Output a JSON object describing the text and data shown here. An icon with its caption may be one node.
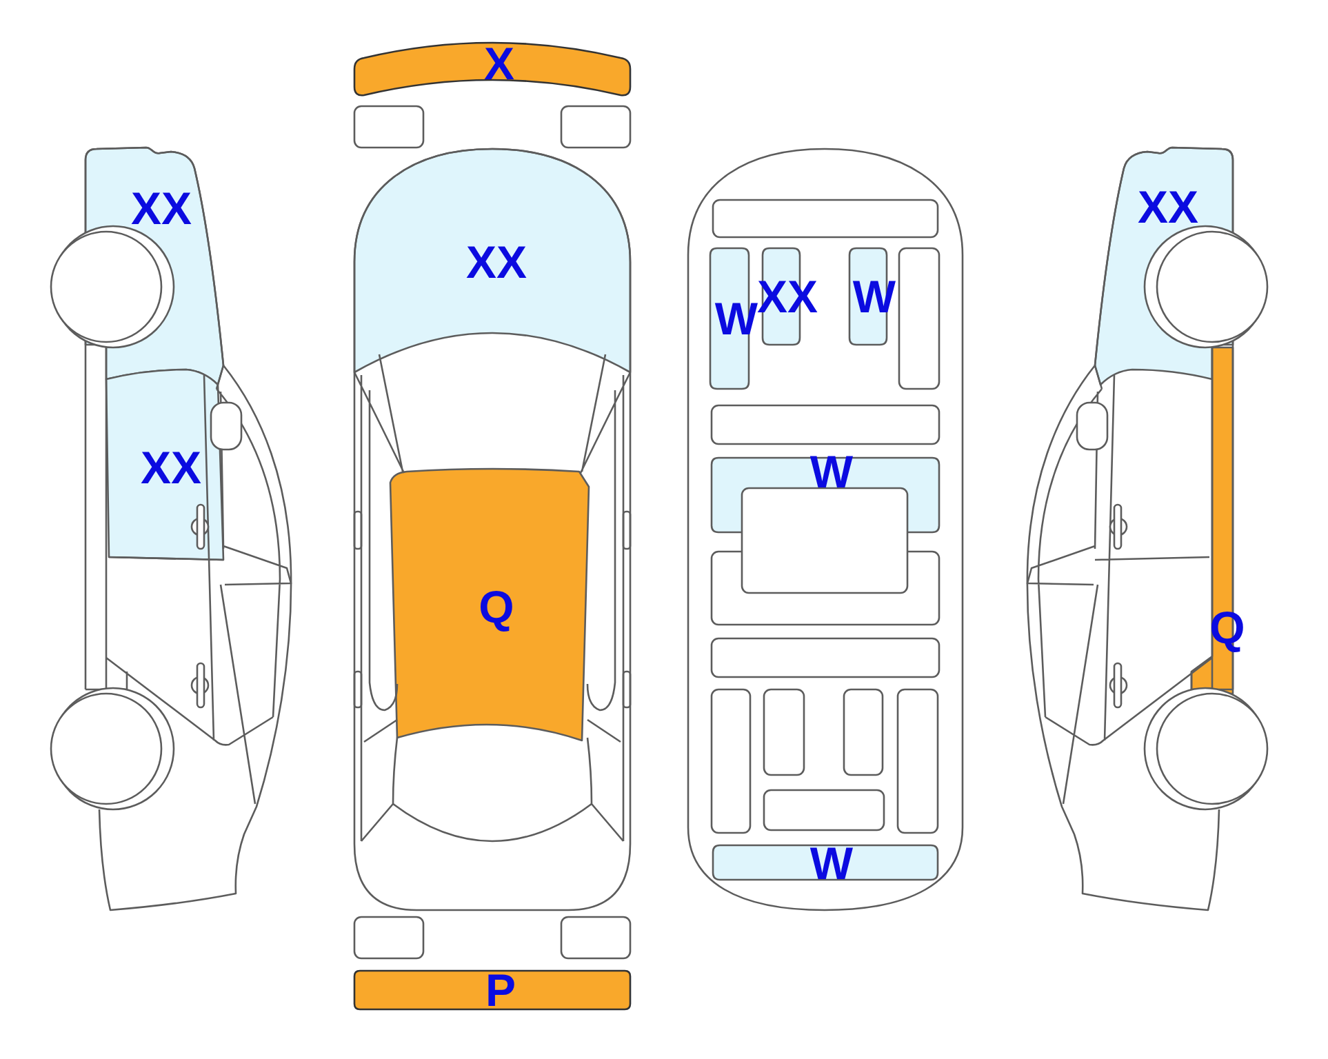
{
  "diagram": {
    "nodes": [
      {
        "text": [
          "XX"
        ]
      },
      {
        "text": [
          "XX"
        ]
      },
      {
        "text": [
          "X"
        ]
      },
      {
        "text": [
          "XX"
        ]
      },
      {
        "text": [
          "Q"
        ]
      },
      {
        "text": [
          "P"
        ]
      },
      {
        "text": [
          "W"
        ]
      },
      {
        "text": [
          "XX"
        ]
      },
      {
        "text": [
          "W"
        ]
      },
      {
        "text": [
          "W"
        ]
      },
      {
        "text": [
          "W"
        ]
      },
      {
        "text": [
          "XX"
        ]
      },
      {
        "text": [
          "Q"
        ]
      }
    ]
  }
}
